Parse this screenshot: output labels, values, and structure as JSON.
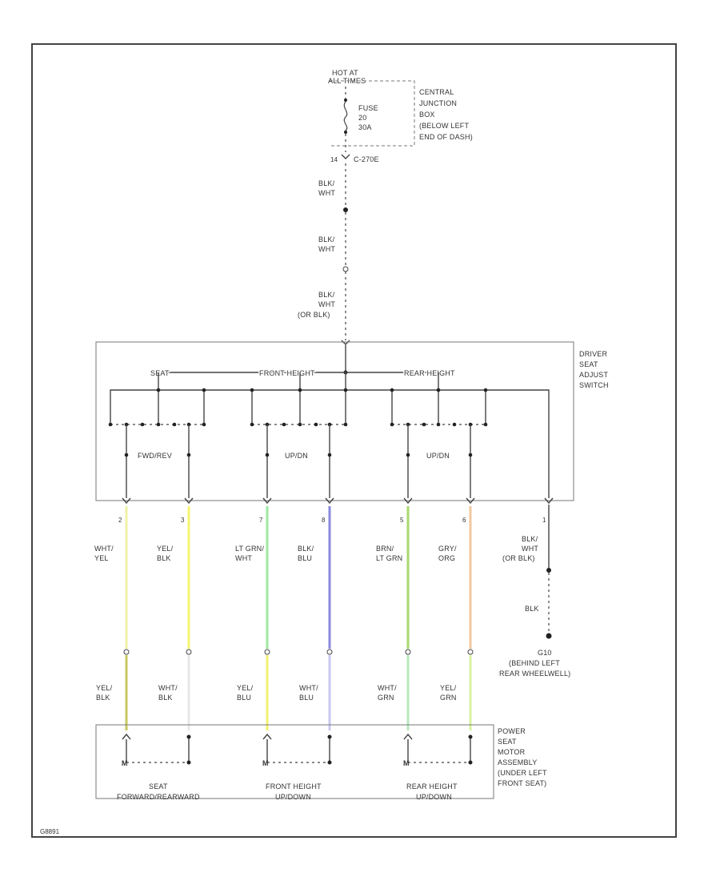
{
  "power": {
    "source_line1": "HOT AT",
    "source_line2": "ALL TIMES",
    "fuse_line1": "FUSE",
    "fuse_line2": "20",
    "fuse_line3": "30A",
    "cjb_lines": [
      "CENTRAL",
      "JUNCTION",
      "BOX",
      "(BELOW LEFT",
      "END OF DASH)"
    ],
    "connector_pin": "14",
    "connector_id": "C-270E",
    "wire1_lines": [
      "BLK/",
      "WHT"
    ],
    "wire2_lines": [
      "BLK/",
      "WHT"
    ],
    "wire3_lines": [
      "BLK/",
      "WHT",
      "(OR BLK)"
    ]
  },
  "switch": {
    "name_lines": [
      "DRIVER",
      "SEAT",
      "ADJUST",
      "SWITCH"
    ],
    "bus_labels": [
      "SEAT",
      "FRONT HEIGHT",
      "REAR HEIGHT"
    ],
    "section_labels": [
      "FWD/REV",
      "UP/DN",
      "UP/DN"
    ]
  },
  "wires": [
    {
      "pin": "2",
      "upper": [
        "WHT/",
        "YEL"
      ],
      "lower": [
        "YEL/",
        "BLK"
      ],
      "upper_color": "#f0f0a8",
      "lower_color": "#c8c860"
    },
    {
      "pin": "3",
      "upper": [
        "YEL/",
        "BLK"
      ],
      "lower": [
        "WHT/",
        "BLK"
      ],
      "upper_color": "#f4f470",
      "lower_color": "#e8e8e8"
    },
    {
      "pin": "7",
      "upper": [
        "LT GRN/",
        "WHT"
      ],
      "lower": [
        "YEL/",
        "BLU"
      ],
      "upper_color": "#a0e8a0",
      "lower_color": "#f0f070"
    },
    {
      "pin": "8",
      "upper": [
        "BLK/",
        "BLU"
      ],
      "lower": [
        "WHT/",
        "BLU"
      ],
      "upper_color": "#8888dd",
      "lower_color": "#c8c8f0"
    },
    {
      "pin": "5",
      "upper": [
        "BRN/",
        "LT GRN"
      ],
      "lower": [
        "WHT/",
        "GRN"
      ],
      "upper_color": "#a8d870",
      "lower_color": "#b8e8c0"
    },
    {
      "pin": "6",
      "upper": [
        "GRY/",
        "ORG"
      ],
      "lower": [
        "YEL/",
        "GRN"
      ],
      "upper_color": "#f0c8a0",
      "lower_color": "#d8f0a0"
    }
  ],
  "ground": {
    "pin": "1",
    "wire1_lines": [
      "BLK/",
      "WHT",
      "(OR BLK)"
    ],
    "wire2": "BLK",
    "ground_lines": [
      "G10",
      "(BEHIND LEFT",
      "REAR WHEELWELL)"
    ]
  },
  "motor": {
    "name_lines": [
      "POWER",
      "SEAT",
      "MOTOR",
      "ASSEMBLY",
      "(UNDER LEFT",
      "FRONT SEAT)"
    ],
    "motor_symbols": [
      "M",
      "M",
      "M"
    ],
    "labels": [
      [
        "SEAT",
        "FORWARD/REARWARD"
      ],
      [
        "FRONT HEIGHT",
        "UP/DOWN"
      ],
      [
        "REAR HEIGHT",
        "UP/DOWN"
      ]
    ]
  },
  "footer_id": "G8891"
}
